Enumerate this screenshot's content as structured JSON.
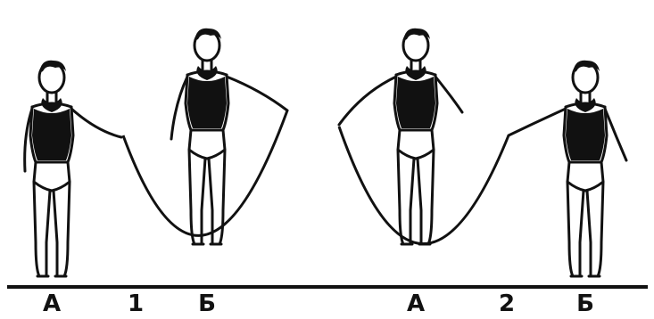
{
  "labels": {
    "scene1": {
      "left": "А",
      "number": "1",
      "right": "Б"
    },
    "scene2": {
      "left": "А",
      "number": "2",
      "right": "Б"
    }
  },
  "colors": {
    "ink": "#111111",
    "paper": "#ffffff"
  }
}
